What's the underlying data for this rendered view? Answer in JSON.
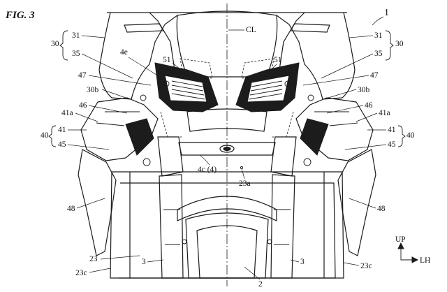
{
  "figure": {
    "label": "FIG. 3",
    "reference": "1"
  },
  "labels": {
    "cl": "CL",
    "l31": "31",
    "r31": "31",
    "l30": "30",
    "r30": "30",
    "l35": "35",
    "r35": "35",
    "l4e": "4e",
    "l51": "51",
    "r51": "51",
    "l47": "47",
    "r47": "47",
    "l30b": "30b",
    "r30b": "30b",
    "l46": "46",
    "r46": "46",
    "l41a": "41a",
    "r41a": "41a",
    "l40": "40",
    "r40": "40",
    "l41": "41",
    "r41": "41",
    "l45": "45",
    "r45": "45",
    "l4c": "4c (4)",
    "l23a": "23a",
    "l48": "48",
    "r48": "48",
    "l23": "23",
    "l3": "3",
    "r3": "3",
    "l23c": "23c",
    "r23c": "23c",
    "l2": "2"
  },
  "orientation": {
    "up": "UP",
    "side": "LH"
  }
}
